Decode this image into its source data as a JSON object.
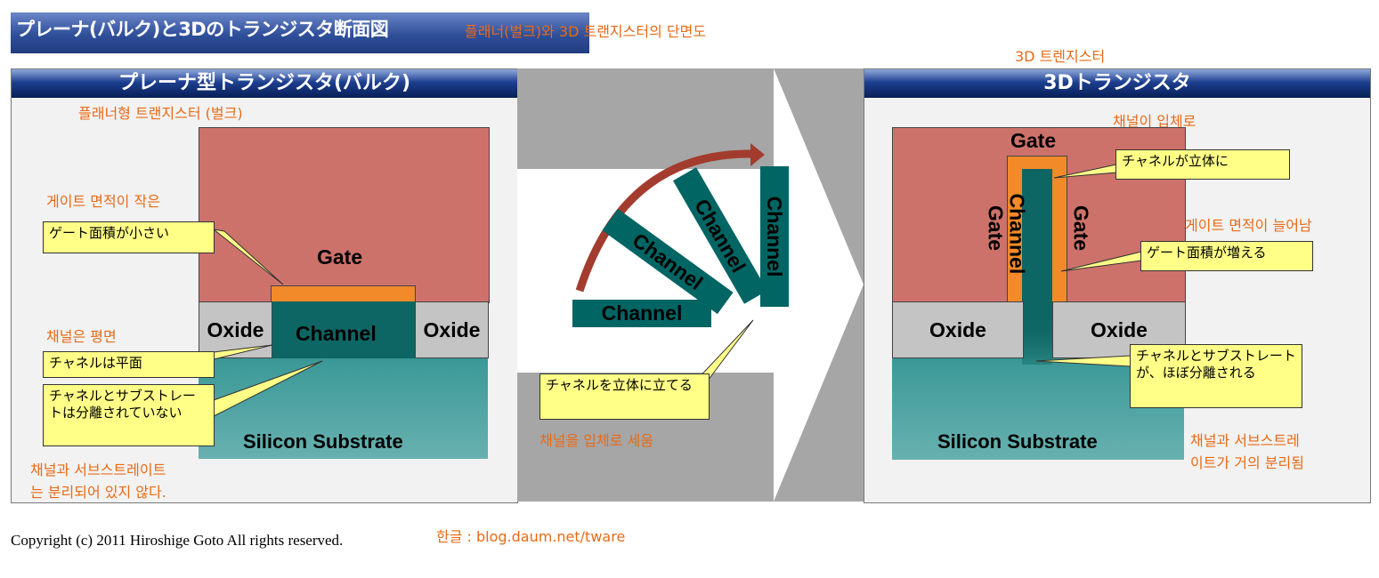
{
  "title": {
    "main": "プレーナ(バルク)と3Dのトランジスタ断面図",
    "korean": "플래너(벌크)와 3D 트랜지스터의 단면도"
  },
  "top_right_korean": "3D 트렌지스터",
  "left_panel": {
    "header": "プレーナ型トランジスタ(バルク)",
    "korean_subtitle": "플래너형 트랜지스터 (벌크)",
    "gate_label": "Gate",
    "channel_label": "Channel",
    "oxide_left": "Oxide",
    "oxide_right": "Oxide",
    "substrate_label": "Silicon Substrate",
    "kr_small_gate": "게이트 면적이 작은",
    "kr_channel_flat": "채널은 평면",
    "kr_separated_1": "채널과 서브스트레이트",
    "kr_separated_2": "는 분리되어 있지 않다.",
    "callout_gate": "ゲート面積が小さい",
    "callout_flat": "チャネルは平面",
    "callout_separated": "チャネルとサブストレートは分離されていない"
  },
  "middle": {
    "channel_labels": [
      "Channel",
      "Channel",
      "Channel",
      "Channel"
    ],
    "callout_stand": "チャネルを立体に立てる",
    "kr_stand": "채널을 입체로 세움"
  },
  "right_panel": {
    "header": "3Dトランジスタ",
    "kr_3d": "채널이 입체로",
    "gate_top": "Gate",
    "gate_left": "Gate",
    "gate_right": "Gate",
    "channel_label": "Channel",
    "oxide_left": "Oxide",
    "oxide_right": "Oxide",
    "substrate_label": "Silicon Substrate",
    "callout_3d": "チャネルが立体に",
    "callout_gate_increase": "ゲート面積が増える",
    "callout_separated": "チャネルとサブストレートが、ほぼ分離される",
    "kr_gate_increase": "게이트 면적이 늘어남",
    "kr_separated_1": "채널과 서브스트레",
    "kr_separated_2": "이트가 거의 분리됨"
  },
  "footer": {
    "copyright": "Copyright (c) 2011 Hiroshige Goto All rights reserved.",
    "korean_credit": "한글 : blog.daum.net/tware"
  },
  "colors": {
    "gate": "#cd726b",
    "gate_oxide": "#f28a2a",
    "channel": "#006563",
    "oxide": "#c4c4c4",
    "callout": "#ffff88",
    "korean_text": "#e96a16",
    "arrow": "#a33c2e"
  }
}
